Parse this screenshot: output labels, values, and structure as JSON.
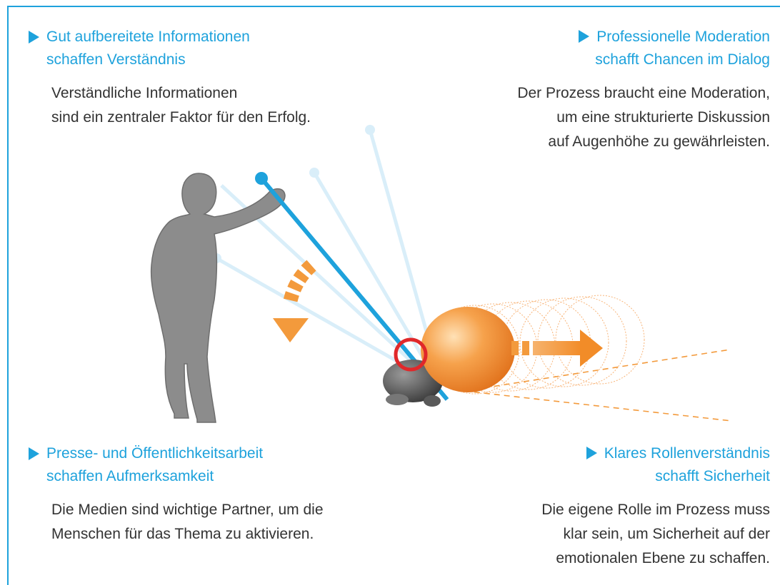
{
  "blocks": {
    "top_left": {
      "heading": [
        "Gut aufbereitete Informationen",
        "schaffen Verständnis"
      ],
      "body": [
        "Verständliche Informationen",
        "sind ein zentraler Faktor für den Erfolg."
      ]
    },
    "top_right": {
      "heading": [
        "Professionelle Moderation",
        "schafft Chancen im Dialog"
      ],
      "body": [
        "Der Prozess braucht eine Moderation,",
        "um eine strukturierte Diskussion",
        "auf Augenhöhe zu gewährleisten."
      ]
    },
    "bottom_left": {
      "heading": [
        "Presse- und Öffentlichkeitsarbeit",
        "schaffen Aufmerksamkeit"
      ],
      "body": [
        "Die Medien sind wichtige Partner, um die",
        "Menschen für das Thema zu aktivieren."
      ]
    },
    "bottom_right": {
      "heading": [
        "Klares Rollenverständnis",
        "schafft Sicherheit"
      ],
      "body": [
        "Die eigene Rolle im Prozess muss",
        "klar sein, um Sicherheit auf der",
        "emotionalen Ebene  zu schaffen."
      ]
    }
  },
  "colors": {
    "accent": "#1ea2dc",
    "orange": "#f39a3c",
    "figure": "#8c8c8c",
    "target_ring": "#e0282a"
  }
}
